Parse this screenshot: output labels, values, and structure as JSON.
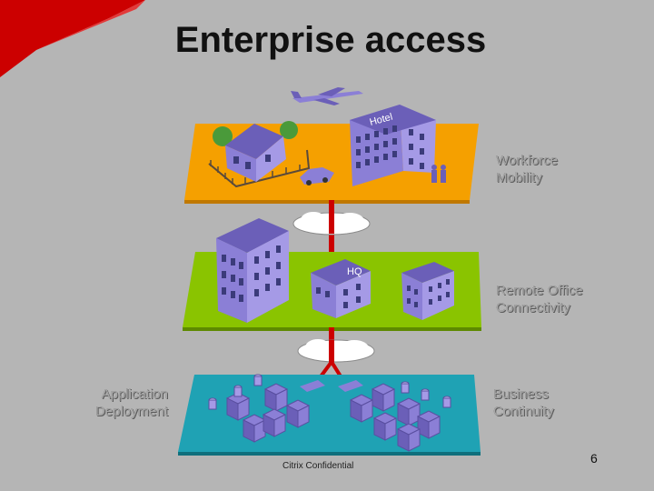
{
  "slide": {
    "title": "Enterprise access",
    "layers": {
      "workforce": "Workforce\nMobility",
      "remote": "Remote Office\nConnectivity",
      "application": "Application\nDeployment",
      "business": "Business\nContinuity"
    },
    "footer": "Citrix Confidential",
    "page_number": "6",
    "building_sign_hotel": "Hotel",
    "building_sign_hq": "HQ"
  },
  "colors": {
    "background": "#b5b5b5",
    "accent_red": "#cc0000",
    "layer_orange": "#f5a000",
    "layer_green": "#8ac400",
    "layer_teal": "#1fa2b4",
    "building_purple": "#8b7fd6"
  }
}
